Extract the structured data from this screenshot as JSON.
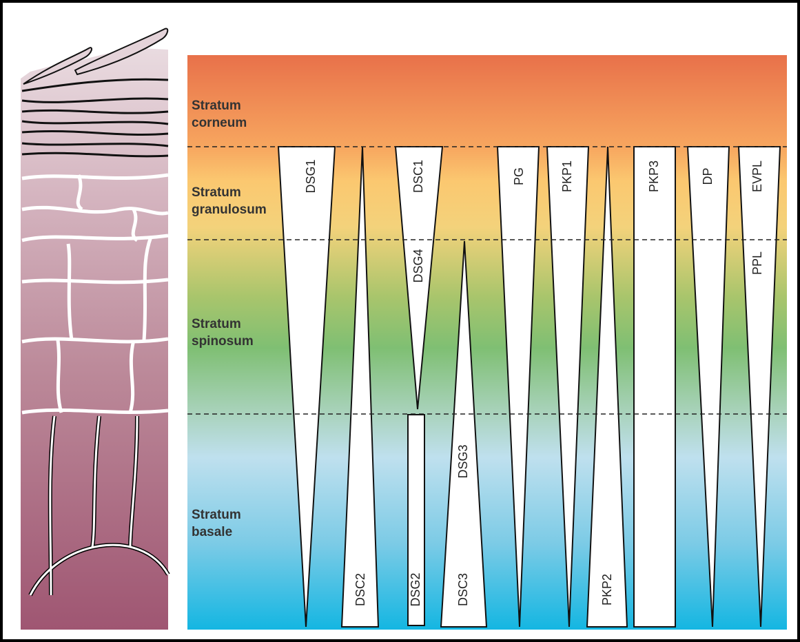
{
  "layers": [
    {
      "id": "corneum",
      "line1": "Stratum",
      "line2": "corneum"
    },
    {
      "id": "granulosum",
      "line1": "Stratum",
      "line2": "granulosum"
    },
    {
      "id": "spinosum",
      "line1": "Stratum",
      "line2": "spinosum"
    },
    {
      "id": "basale",
      "line1": "Stratum",
      "line2": "basale"
    }
  ],
  "proteins": {
    "DSG1": "DSG1",
    "DSC2": "DSC2",
    "DSC1": "DSC1",
    "DSG4": "DSG4",
    "DSG2": "DSG2",
    "DSG3_top": "DSG3",
    "DSC3": "DSC3",
    "PG": "PG",
    "PKP1": "PKP1",
    "PKP2": "PKP2",
    "PKP3": "PKP3",
    "DP": "DP",
    "EVPL": "EVPL",
    "PPL": "PPL"
  },
  "colors": {
    "corneum_top": "#e8714a",
    "corneum_bottom": "#f7a65f",
    "granulosum": "#f6cf77",
    "spinosum": "#7fbf73",
    "basale_top": "#bfe0ee",
    "basale_bottom": "#14b6e2",
    "tissue": "#a45c74"
  }
}
